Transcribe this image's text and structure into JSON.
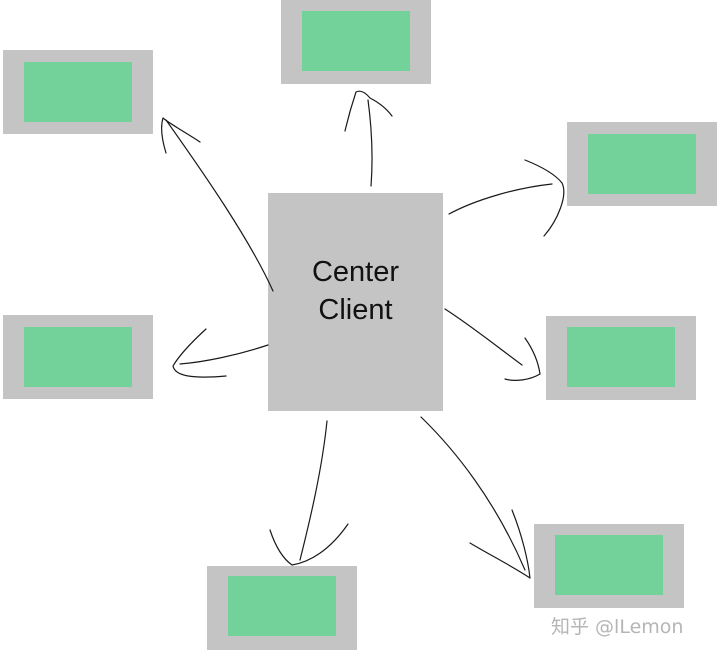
{
  "center": {
    "line1": "Center",
    "line2": "Client"
  },
  "nodes": [
    {
      "name": "client-node-top-left"
    },
    {
      "name": "client-node-top"
    },
    {
      "name": "client-node-right-upper"
    },
    {
      "name": "client-node-left"
    },
    {
      "name": "client-node-right-middle"
    },
    {
      "name": "client-node-bottom"
    },
    {
      "name": "client-node-bottom-right"
    }
  ],
  "colors": {
    "node_outer": "#c4c4c4",
    "node_inner": "#72d29a",
    "arrow": "#1a1a1a"
  },
  "watermark": {
    "text": "知乎 @lLemon"
  }
}
